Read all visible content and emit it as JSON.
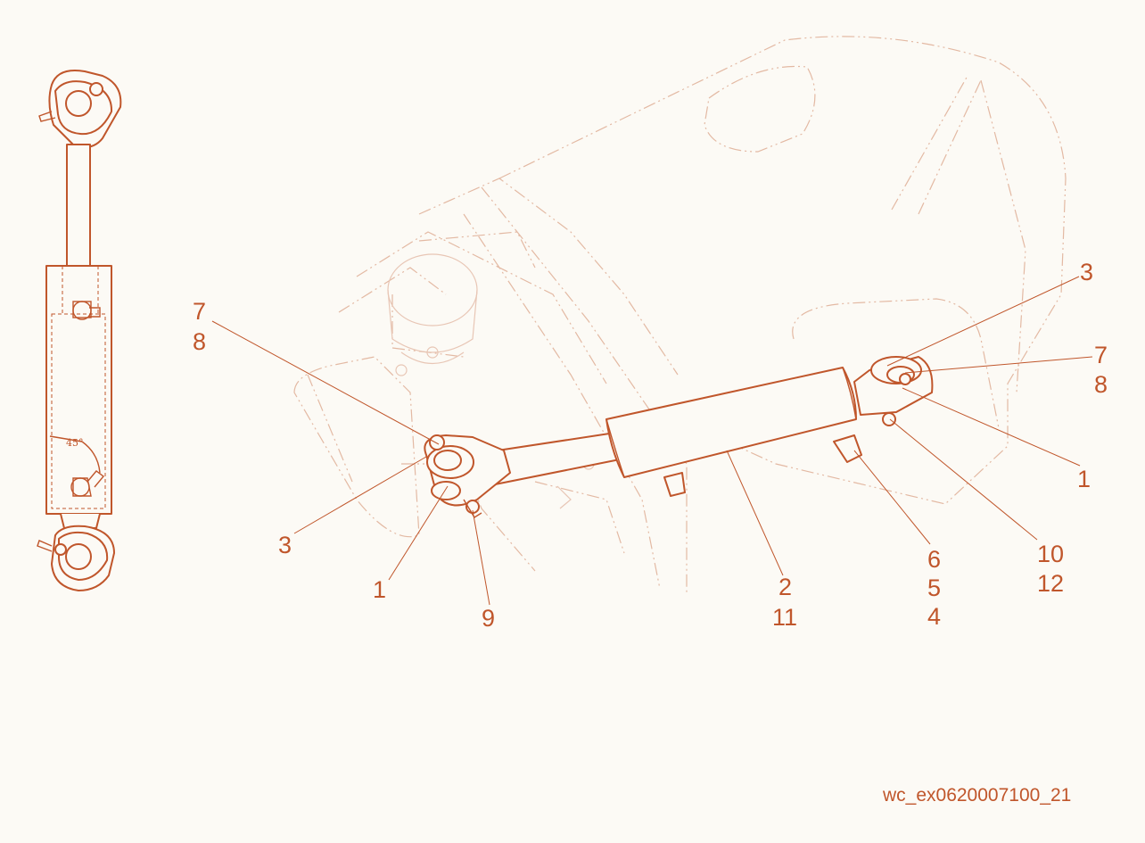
{
  "drawing_id": "wc_ex0620007100_21",
  "angle_label": "45°",
  "callouts": {
    "left_top_a": "7",
    "left_top_b": "8",
    "left_3": "3",
    "left_1": "1",
    "left_9": "9",
    "center_2": "2",
    "center_11": "11",
    "right_6": "6",
    "right_5": "5",
    "right_4": "4",
    "right_10": "10",
    "right_12": "12",
    "right_1": "1",
    "right_7": "7",
    "right_8": "8",
    "right_3": "3"
  },
  "colors": {
    "line": "#c0562b",
    "ghost": "#e3b9a3",
    "background": "#fcfaf5"
  }
}
